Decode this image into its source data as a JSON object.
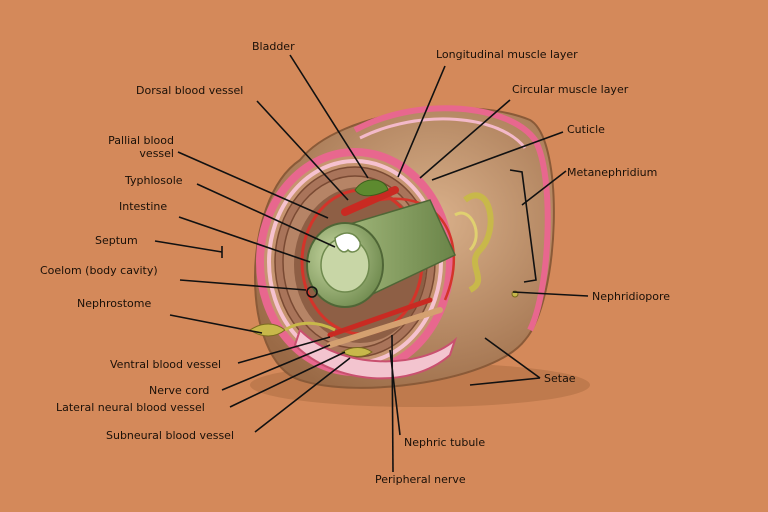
{
  "background_color": "#d4895a",
  "colors": {
    "tissue": "#c9a07a",
    "cuticle": "#e8678e",
    "vessel_red": "#d4342a",
    "intestine_green": "#8fa86a",
    "nephridia_yellow": "#c8b84a",
    "leader_line": "#111111"
  },
  "labels": {
    "bladder": "Bladder",
    "longitudinal_muscle_layer": "Longitudinal muscle layer",
    "dorsal_blood_vessel": "Dorsal blood vessel",
    "circular_muscle_layer": "Circular muscle layer",
    "pallial_blood_vessel_line1": "Pallial blood",
    "pallial_blood_vessel_line2": "vessel",
    "cuticle": "Cuticle",
    "typhlosole": "Typhlosole",
    "metanephridium": "Metanephridium",
    "intestine": "Intestine",
    "septum": "Septum",
    "coelom": "Coelom (body cavity)",
    "nephridiopore": "Nephridiopore",
    "nephrostome": "Nephrostome",
    "ventral_blood_vessel": "Ventral blood vessel",
    "setae": "Setae",
    "nerve_cord": "Nerve cord",
    "lateral_neural_blood_vessel": "Lateral neural blood vessel",
    "subneural_blood_vessel": "Subneural blood vessel",
    "nephric_tubule": "Nephric tubule",
    "peripheral_nerve": "Peripheral nerve"
  }
}
